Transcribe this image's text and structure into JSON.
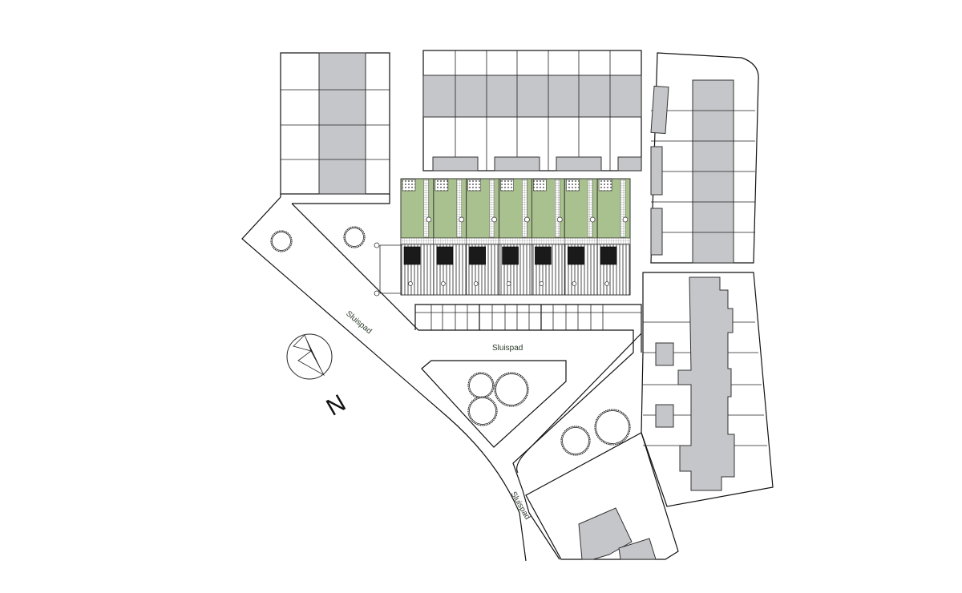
{
  "map": {
    "streets": [
      {
        "id": "sluispad-diagonal",
        "label": "Sluispad"
      },
      {
        "id": "sluispad-center",
        "label": "Sluispad"
      },
      {
        "id": "sluispad-bottom",
        "label": "Sluispad"
      }
    ],
    "north_arrow": {
      "letter": "N"
    },
    "colors": {
      "building": "#c4c6c9",
      "garden": "#a9c18e",
      "dark_block": "#1a1a1a",
      "line": "#111111"
    },
    "new_dwellings": {
      "count": 7
    }
  }
}
